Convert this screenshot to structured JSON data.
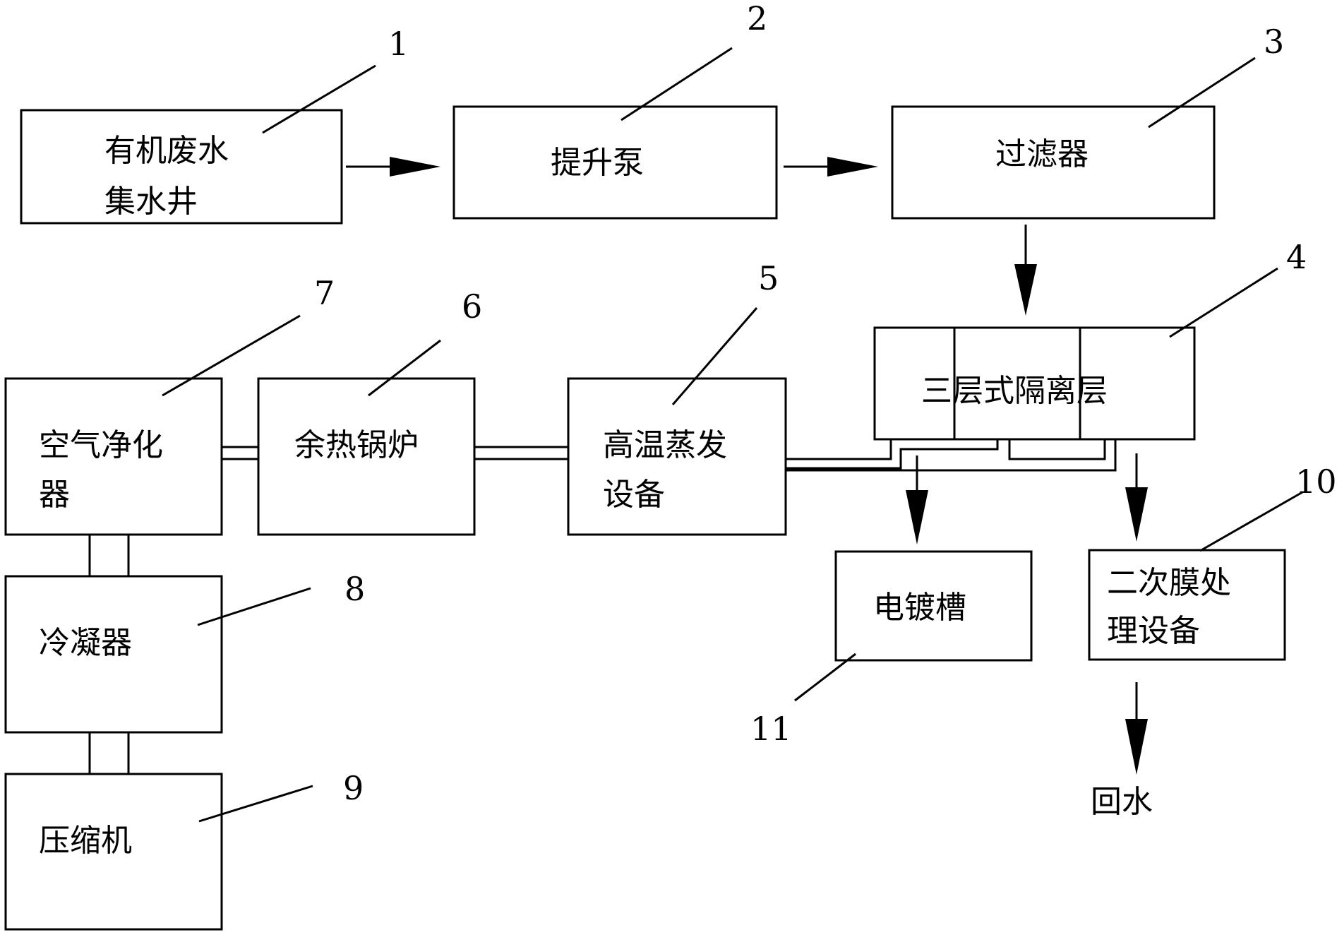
{
  "components": {
    "wastewater_well": {
      "number": "1",
      "line1": "有机废水",
      "line2": "集水井"
    },
    "lift_pump": {
      "number": "2",
      "label": "提升泵"
    },
    "filter": {
      "number": "3",
      "label": "过滤器"
    },
    "isolation_layer": {
      "number": "4",
      "label": "三层式隔离层"
    },
    "evaporation_equipment": {
      "number": "5",
      "line1": "高温蒸发",
      "line2": "设备"
    },
    "waste_heat_boiler": {
      "number": "6",
      "label": "余热锅炉"
    },
    "air_purifier": {
      "number": "7",
      "line1": "空气净化",
      "line2": "器"
    },
    "condenser": {
      "number": "8",
      "label": "冷凝器"
    },
    "compressor": {
      "number": "9",
      "label": "压缩机"
    },
    "membrane_equipment": {
      "number": "10",
      "line1": "二次膜处",
      "line2": "理设备"
    },
    "plating_tank": {
      "number": "11",
      "label": "电镀槽"
    }
  },
  "outputs": {
    "return_water": "回水"
  }
}
